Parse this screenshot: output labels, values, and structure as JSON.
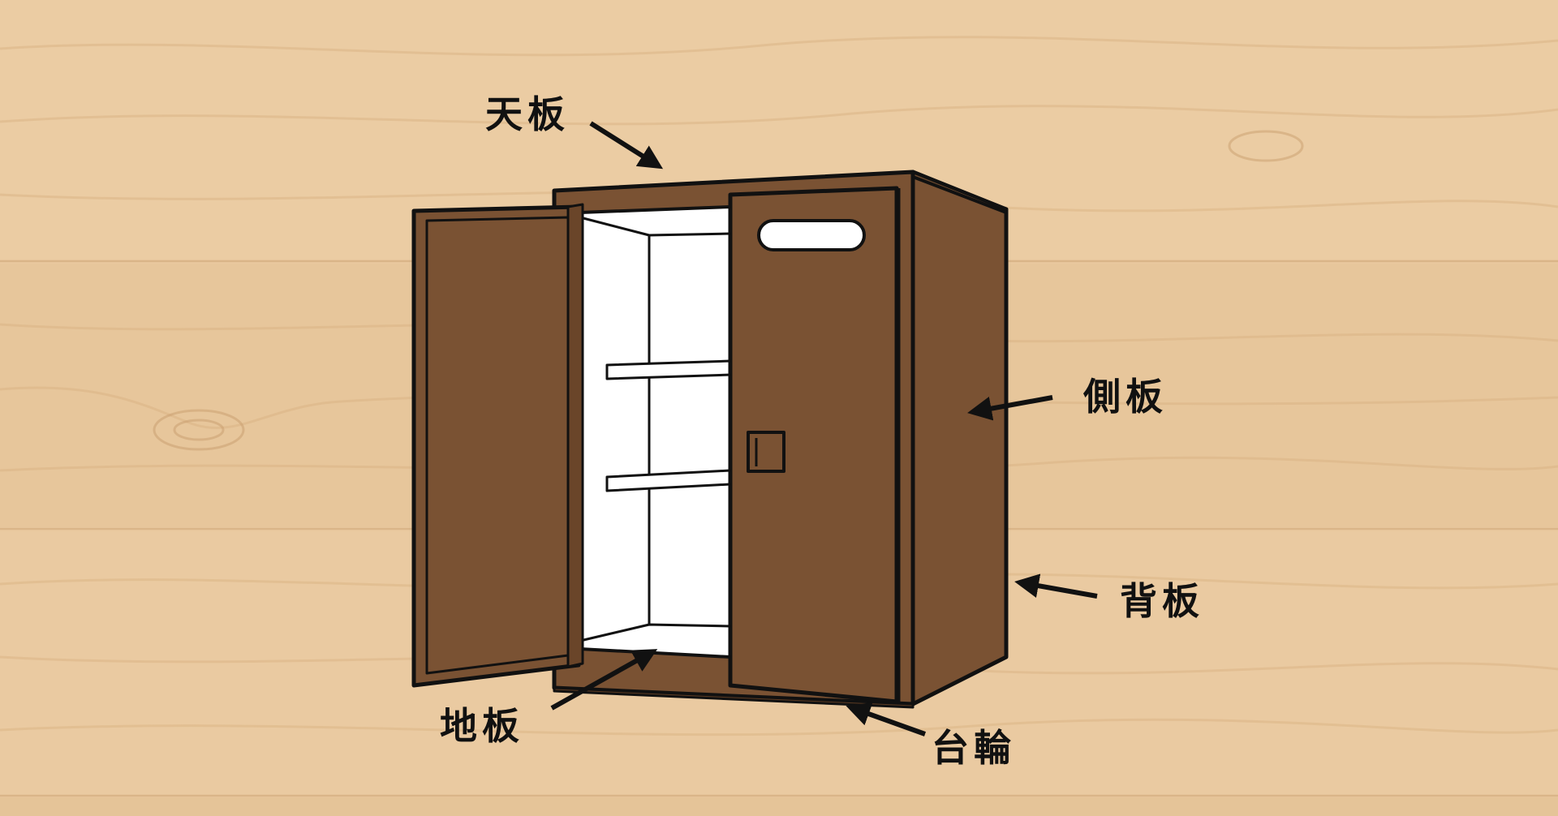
{
  "labels": {
    "top_panel": "天板",
    "side_panel": "側板",
    "back_panel": "背板",
    "floor_panel": "地板",
    "plinth": "台輪"
  },
  "colors": {
    "wood_floor": "#e9c99f",
    "cabinet_brown": "#7a5233",
    "interior": "#ffffff",
    "outline": "#111111"
  }
}
